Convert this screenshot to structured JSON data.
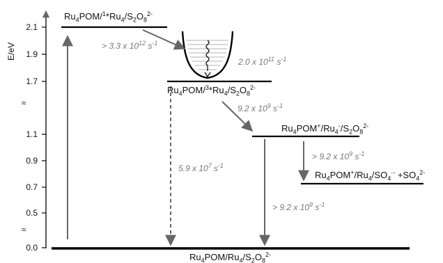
{
  "axis": {
    "title": "E/eV",
    "ticks": [
      "0.0",
      "0.5",
      "0.7",
      "0.9",
      "1.1",
      "1.7",
      "1.9",
      "2.1"
    ],
    "break_mark": "≈"
  },
  "states": {
    "s1": {
      "parts": [
        [
          "Ru",
          ""
        ],
        [
          "4",
          "sub"
        ],
        [
          "POM/",
          ""
        ],
        [
          "1",
          "sup"
        ],
        [
          "*Ru",
          ""
        ],
        [
          "4",
          "sub"
        ],
        [
          "/S",
          ""
        ],
        [
          "2",
          "sub"
        ],
        [
          "O",
          ""
        ],
        [
          "8",
          "sub"
        ],
        [
          "2-",
          "sup"
        ]
      ]
    },
    "s3": {
      "parts": [
        [
          "Ru",
          ""
        ],
        [
          "4",
          "sub"
        ],
        [
          "POM/",
          ""
        ],
        [
          "3",
          "sup"
        ],
        [
          "*Ru",
          ""
        ],
        [
          "4",
          "sub"
        ],
        [
          "/S",
          ""
        ],
        [
          "2",
          "sub"
        ],
        [
          "O",
          ""
        ],
        [
          "8",
          "sub"
        ],
        [
          "2-",
          "sup"
        ]
      ]
    },
    "cs": {
      "parts": [
        [
          "Ru",
          ""
        ],
        [
          "4",
          "sub"
        ],
        [
          "POM",
          ""
        ],
        [
          "+",
          "sup"
        ],
        [
          "/Ru",
          ""
        ],
        [
          "4",
          "sub"
        ],
        [
          "-",
          "sup"
        ],
        [
          "/S",
          ""
        ],
        [
          "2",
          "sub"
        ],
        [
          "O",
          ""
        ],
        [
          "8",
          "sub"
        ],
        [
          "2-",
          "sup"
        ]
      ]
    },
    "so4": {
      "parts": [
        [
          "Ru",
          ""
        ],
        [
          "4",
          "sub"
        ],
        [
          "POM",
          ""
        ],
        [
          "+",
          "sup"
        ],
        [
          "/Ru",
          ""
        ],
        [
          "4",
          "sub"
        ],
        [
          "/SO",
          ""
        ],
        [
          "4",
          "sub"
        ],
        [
          "·-",
          "sup"
        ],
        [
          " +SO",
          ""
        ],
        [
          "4",
          "sub"
        ],
        [
          "2-",
          "sup"
        ]
      ]
    },
    "gs": {
      "parts": [
        [
          "Ru",
          ""
        ],
        [
          "4",
          "sub"
        ],
        [
          "POM/Ru",
          ""
        ],
        [
          "4",
          "sub"
        ],
        [
          "/S",
          ""
        ],
        [
          "2",
          "sub"
        ],
        [
          "O",
          ""
        ],
        [
          "8",
          "sub"
        ],
        [
          "2-",
          "sup"
        ]
      ]
    }
  },
  "rates": {
    "isc": {
      "parts": [
        [
          "> 3.3 x 10",
          ""
        ],
        [
          "12",
          "sup"
        ],
        [
          " s",
          ""
        ],
        [
          "-1",
          "sup"
        ]
      ]
    },
    "vr": {
      "parts": [
        [
          "2.0 x 10",
          ""
        ],
        [
          "11",
          "sup"
        ],
        [
          " s",
          ""
        ],
        [
          "-1",
          "sup"
        ]
      ]
    },
    "et1": {
      "parts": [
        [
          "9.2 x 10",
          ""
        ],
        [
          "9",
          "sup"
        ],
        [
          " s",
          ""
        ],
        [
          "-1",
          "sup"
        ]
      ]
    },
    "decay": {
      "parts": [
        [
          "5.9 x 10",
          ""
        ],
        [
          "7",
          "sup"
        ],
        [
          " s",
          ""
        ],
        [
          "-1",
          "sup"
        ]
      ]
    },
    "et2": {
      "parts": [
        [
          "> 9.2 x 10",
          ""
        ],
        [
          "9",
          "sup"
        ],
        [
          " s",
          ""
        ],
        [
          "-1",
          "sup"
        ]
      ]
    },
    "back": {
      "parts": [
        [
          "> 9.2 x 10",
          ""
        ],
        [
          "9",
          "sup"
        ],
        [
          " s",
          ""
        ],
        [
          "-1",
          "sup"
        ]
      ]
    }
  },
  "colors": {
    "level": "#000000",
    "arrow": "#666666",
    "rate_text": "#777777",
    "well_lines": "#999999"
  }
}
